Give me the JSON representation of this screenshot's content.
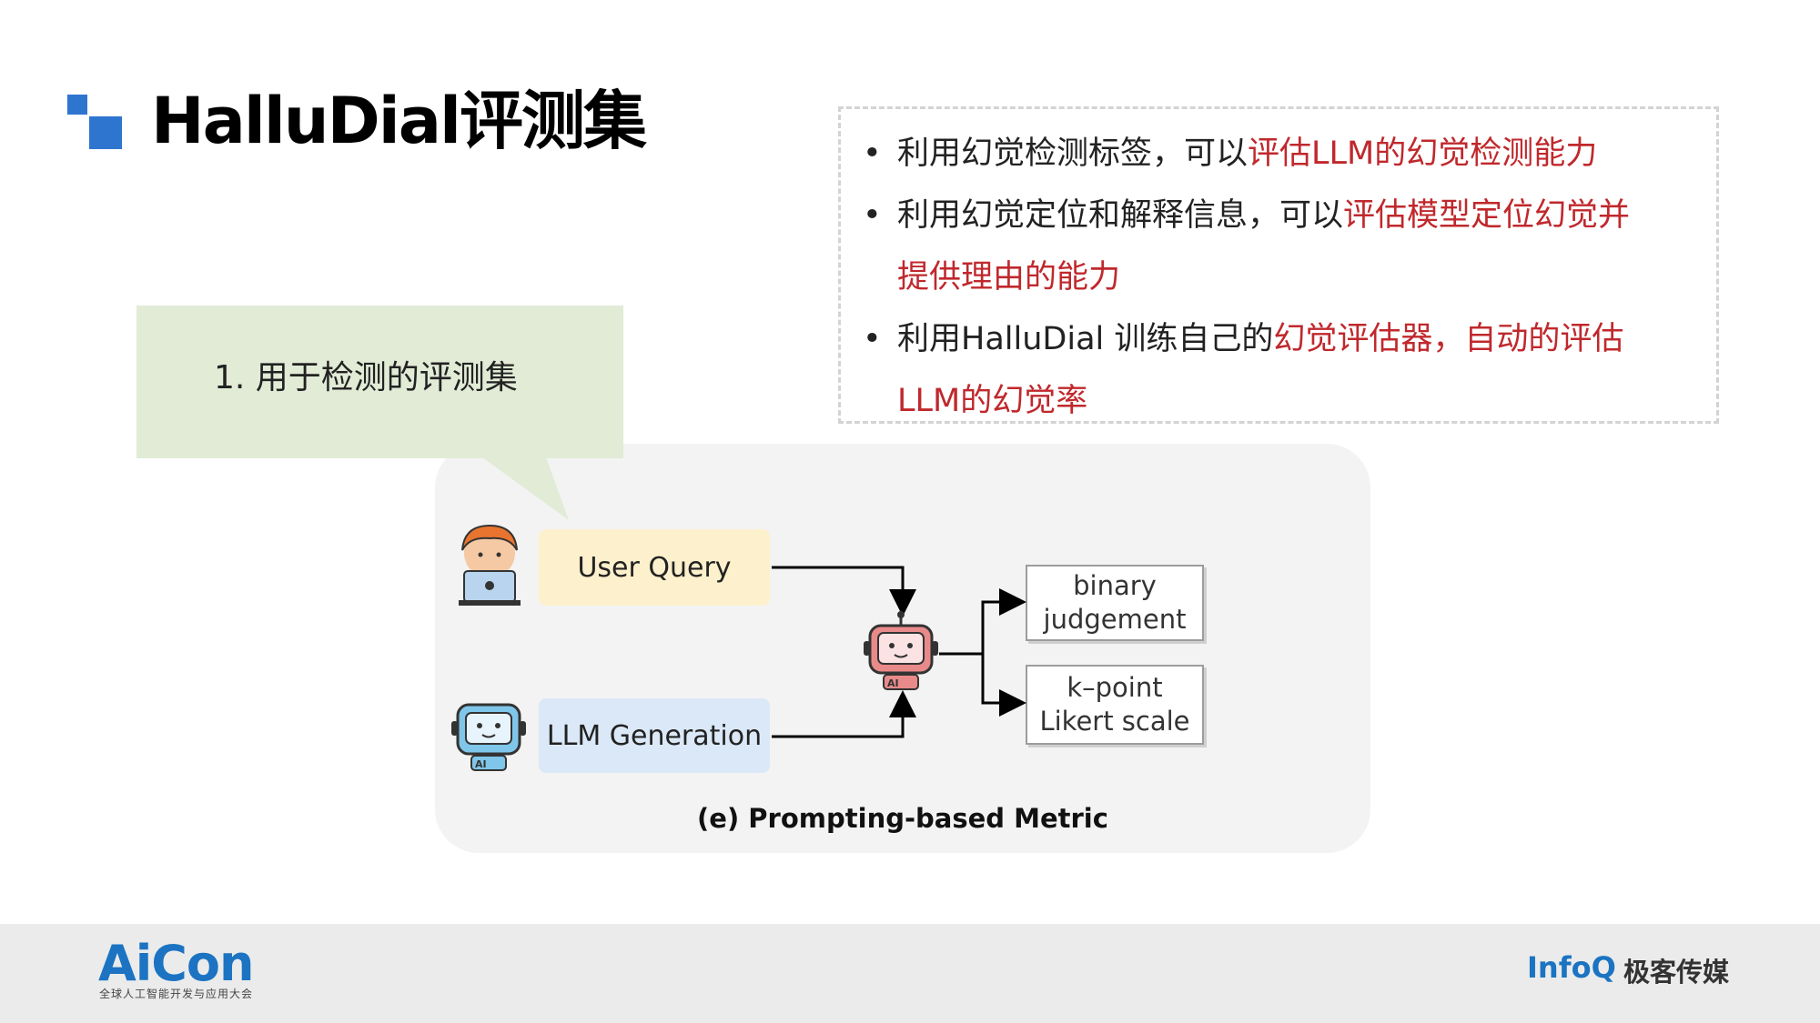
{
  "header": {
    "title": "HalluDial评测集"
  },
  "bullets": {
    "b1_black": "利用幻觉检测标签，可以",
    "b1_red": "评估LLM的幻觉检测能力",
    "b2_black": "利用幻觉定位和解释信息，可以",
    "b2_red": "评估模型定位幻觉并",
    "b2_red_cont": "提供理由的能力",
    "b3_black": "利用HalluDial 训练自己的",
    "b3_red": "幻觉评估器，自动的评估",
    "b3_red_cont": "LLM的幻觉率",
    "marker": "•"
  },
  "callout": {
    "text": "1.   用于检测的评测集"
  },
  "figure": {
    "user_query": "User Query",
    "llm_generation": "LLM Generation",
    "output1_line1": "binary",
    "output1_line2": "judgement",
    "output2_line1": "k–point",
    "output2_line2": "Likert scale",
    "caption": "(e) Prompting-based Metric",
    "robot_label": "AI"
  },
  "footer": {
    "aicon": "AiCon",
    "aicon_sub": "全球人工智能开发与应用大会",
    "infoq": "InfoQ",
    "jike": "极客传媒"
  },
  "colors": {
    "accent_blue": "#2e75d0",
    "highlight_red": "#c0282c",
    "callout_green": "#e1ebd6"
  }
}
